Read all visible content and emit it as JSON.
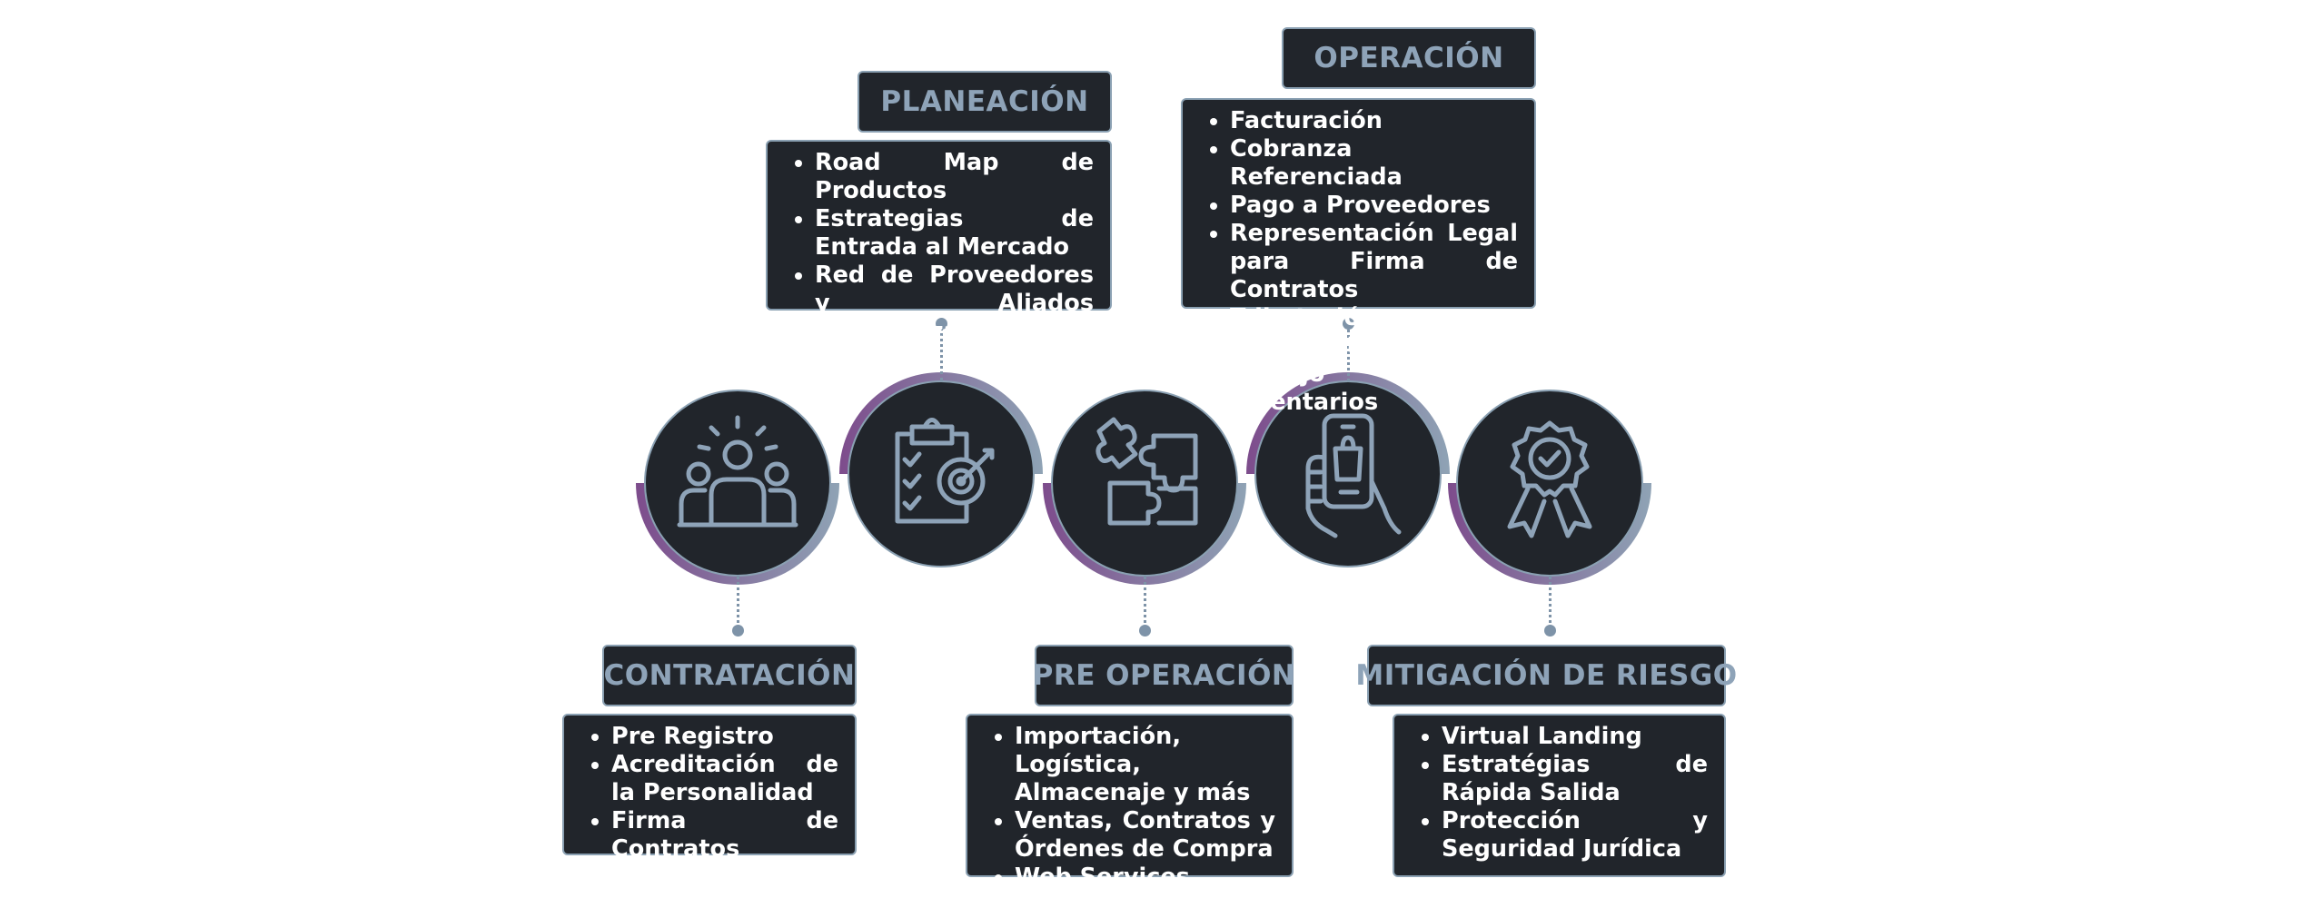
{
  "colors": {
    "box_bg": "#21252b",
    "title_text": "#8ea3b8",
    "accent_purple": "#7d4c8c",
    "accent_steel": "#8aa0b2"
  },
  "stages": {
    "planeacion": {
      "title": "PLANEACIÓN",
      "icon": "clipboard-target-icon",
      "items": [
        "Road Map de Productos",
        "Estrategias de Entrada al Mercado",
        "Red de Proveedores y Aliados Especializados"
      ]
    },
    "operacion": {
      "title": "OPERACIÓN",
      "icon": "smartphone-shopping-icon",
      "items": [
        "Facturación",
        "Cobranza Referenciada",
        "Pago a Proveedores",
        "Representación Legal para Firma de Contratos",
        "Tributación Inteligente",
        "Manejo de Inventarios"
      ]
    },
    "contratacion": {
      "title": "CONTRATACIÓN",
      "icon": "team-people-icon",
      "items": [
        "Pre Registro",
        "Acreditación de la Personalidad",
        "Firma de Contratos"
      ]
    },
    "pre_operacion": {
      "title": "PRE OPERACIÓN",
      "icon": "puzzle-pieces-icon",
      "items": [
        "Importación, Logística, Almacenaje y más",
        "Ventas, Contratos y Órdenes de Compra",
        "Web Services"
      ]
    },
    "mitigacion": {
      "title": "MITIGACIÓN DE RIESGO",
      "icon": "award-badge-icon",
      "items": [
        "Virtual Landing",
        "Estratégias de Rápida Salida",
        "Protección y Seguridad Jurídica"
      ]
    }
  }
}
